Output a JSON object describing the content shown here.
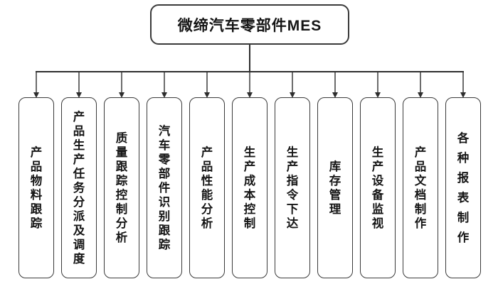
{
  "diagram": {
    "title": "微缔汽车零部件MES",
    "root": {
      "label": "微缔汽车零部件MES"
    },
    "children": [
      {
        "label": "产品物料跟踪"
      },
      {
        "label": "产品生产任务分派及调度"
      },
      {
        "label": "质量跟踪控制分析"
      },
      {
        "label": "汽车零部件识别跟踪"
      },
      {
        "label": "产品性能分析"
      },
      {
        "label": "生产成本控制"
      },
      {
        "label": "生产指令下达"
      },
      {
        "label": "库存管理"
      },
      {
        "label": "生产设备监视"
      },
      {
        "label": "产品文档制作"
      },
      {
        "label": "各种报表制作"
      }
    ],
    "colors": {
      "line": "#2e2e2e",
      "border": "#3a3a3a",
      "text": "#151515",
      "background": "#ffffff"
    }
  }
}
